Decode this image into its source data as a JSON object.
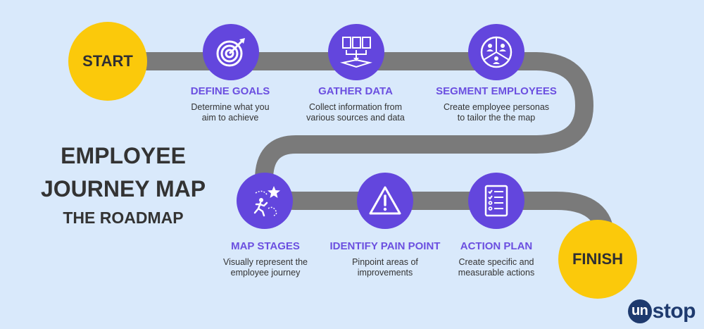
{
  "start_label": "START",
  "finish_label": "FINISH",
  "title": {
    "line1": "EMPLOYEE",
    "line2": "JOURNEY MAP",
    "line3": "THE ROADMAP"
  },
  "steps": [
    {
      "title": "DEFINE GOALS",
      "desc_line1": "Determine what you",
      "desc_line2": "aim to achieve",
      "icon": "target-icon"
    },
    {
      "title": "GATHER DATA",
      "desc_line1": "Collect information from",
      "desc_line2": "various sources and data",
      "icon": "documents-icon"
    },
    {
      "title": "SEGMENT EMPLOYEES",
      "desc_line1": "Create employee personas",
      "desc_line2": "to tailor the the map",
      "icon": "people-segments-icon"
    },
    {
      "title": "MAP STAGES",
      "desc_line1": "Visually represent the",
      "desc_line2": "employee journey",
      "icon": "runner-star-icon"
    },
    {
      "title": "IDENTIFY PAIN POINT",
      "desc_line1": "Pinpoint areas of",
      "desc_line2": "improvements",
      "icon": "warning-icon"
    },
    {
      "title": "ACTION PLAN",
      "desc_line1": "Create specific and",
      "desc_line2": "measurable actions",
      "icon": "checklist-icon"
    }
  ],
  "logo": {
    "u": "un",
    "rest": "stop"
  },
  "colors": {
    "background": "#d9e9fb",
    "road": "#7a7a7a",
    "accent": "#6346dd",
    "title_accent": "#6b4fe0",
    "marker": "#fbc90b",
    "logo": "#1e3a6e"
  }
}
